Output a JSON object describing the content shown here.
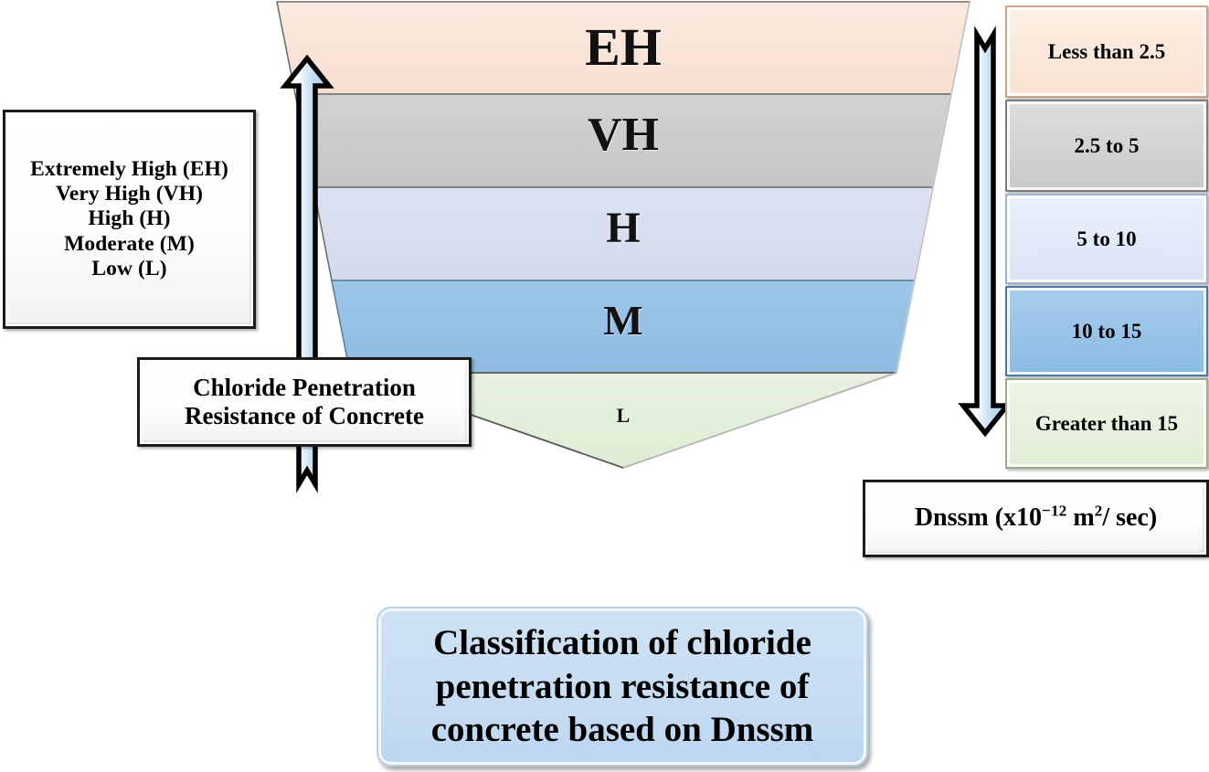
{
  "legend": {
    "name": "severity-legend",
    "lines": [
      "Extremely High (EH)",
      "Very High (VH)",
      "High (H)",
      "Moderate (M)",
      "Low (L)"
    ]
  },
  "left_axis": {
    "label": "Chloride Penetration Resistance of Concrete",
    "arrow_direction": "up",
    "arrow_color": "#cfe4f6"
  },
  "right_axis": {
    "label_prefix": "Dnssm (x10",
    "label_exponent": "−12",
    "label_mid": " m",
    "label_power": "2",
    "label_suffix": "/ sec)",
    "label_plain": "Dnssm (x10⁻¹² m²/ sec)",
    "arrow_direction": "down",
    "arrow_color": "#cfe4f6"
  },
  "title": "Classification of chloride penetration resistance of concrete based on Dnssm",
  "pyramid": {
    "orientation": "inverted",
    "bands": [
      {
        "code": "EH",
        "name": "Extremely High",
        "color": "#f9e2d5",
        "value_range": "Less than 2.5"
      },
      {
        "code": "VH",
        "name": "Very High",
        "color": "#cccccc",
        "value_range": "2.5 to 5"
      },
      {
        "code": "H",
        "name": "High",
        "color": "#d8deef",
        "value_range": "5 to 10"
      },
      {
        "code": "M",
        "name": "Moderate",
        "color": "#95c0e6",
        "value_range": "10 to 15"
      },
      {
        "code": "L",
        "name": "Low",
        "color": "#e4efdb",
        "value_range": "Greater than 15"
      }
    ]
  },
  "value_boxes": [
    "Less than 2.5",
    "2.5 to 5",
    "5 to 10",
    "10 to 15",
    "Greater than 15"
  ],
  "chart_data": {
    "type": "table",
    "title": "Classification of chloride penetration resistance of concrete based on Dnssm",
    "xlabel": "Chloride Penetration Resistance of Concrete",
    "ylabel": "Dnssm (x10⁻¹² m²/ sec)",
    "categories": [
      "EH",
      "VH",
      "H",
      "M",
      "L"
    ],
    "category_names": [
      "Extremely High (EH)",
      "Very High (VH)",
      "High (H)",
      "Moderate (M)",
      "Low (L)"
    ],
    "values": [
      "Less than 2.5",
      "2.5 to 5",
      "5 to 10",
      "10 to 15",
      "Greater than 15"
    ],
    "series": [
      {
        "name": "Dnssm range (x10^-12 m^2/sec)",
        "values": [
          "Less than 2.5",
          "2.5 to 5",
          "5 to 10",
          "10 to 15",
          "Greater than 15"
        ]
      }
    ],
    "colors": [
      "#f9e2d5",
      "#cccccc",
      "#d8deef",
      "#95c0e6",
      "#e4efdb"
    ],
    "grid": false,
    "legend": "none"
  }
}
